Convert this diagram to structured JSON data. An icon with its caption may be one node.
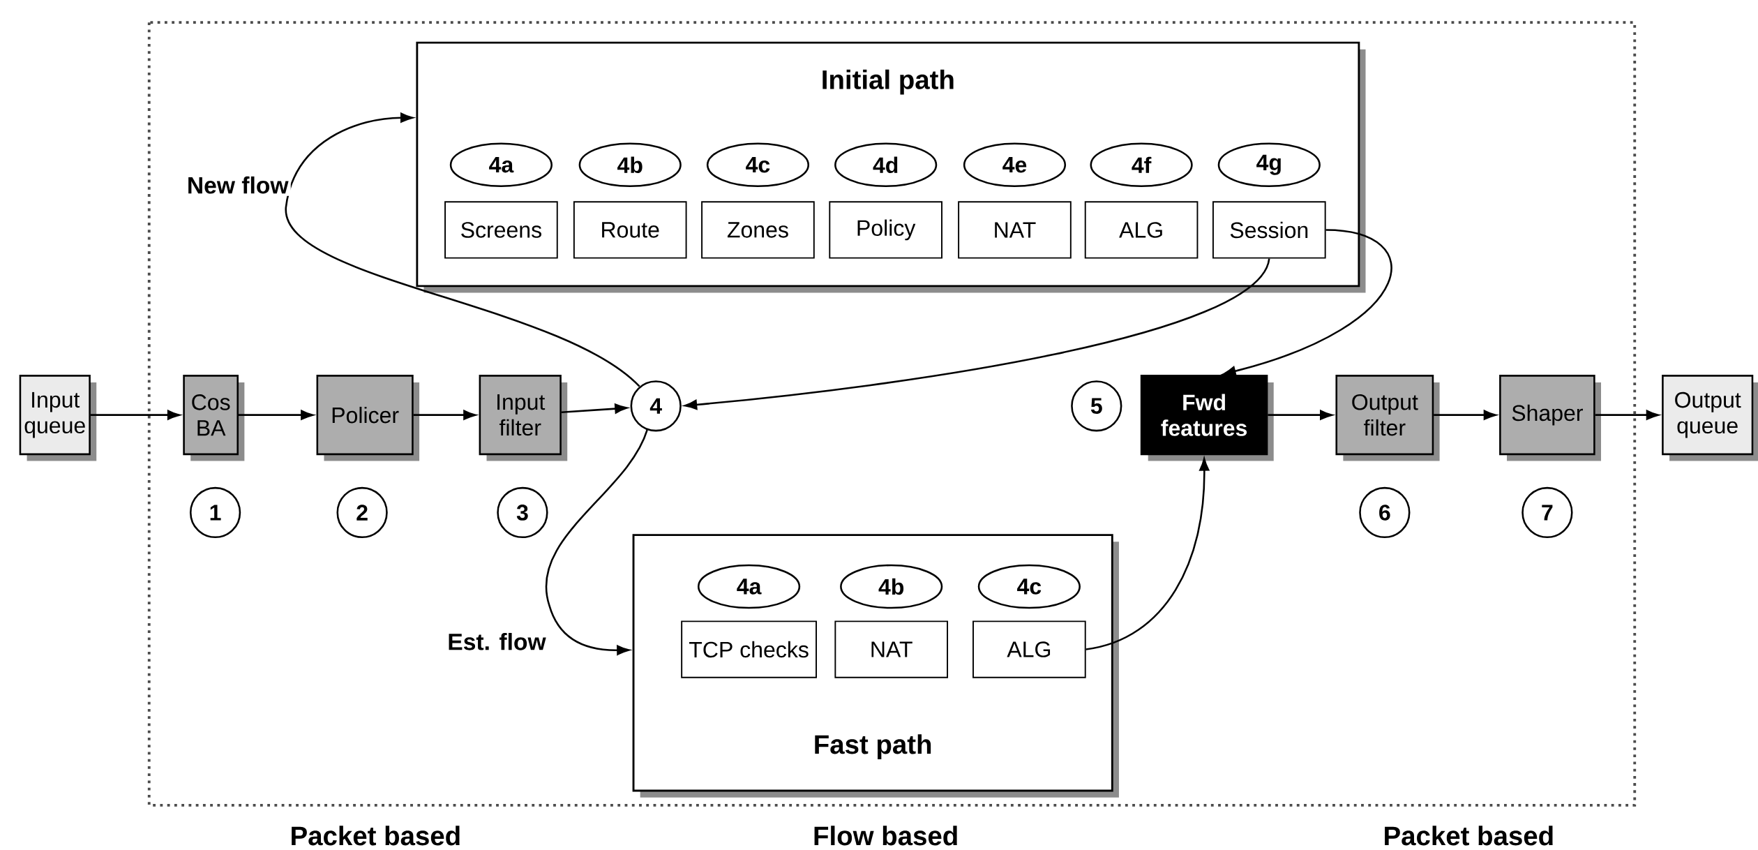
{
  "diagram": {
    "nodes": [
      {
        "text": [
          "Input queue"
        ]
      },
      {
        "text": [
          "Cos BA"
        ]
      },
      {
        "text": [
          "Policer"
        ]
      },
      {
        "text": [
          "Input filter"
        ]
      },
      {
        "text": [
          "4"
        ]
      },
      {
        "text": [
          "5"
        ]
      },
      {
        "text": [
          "Fwd features"
        ]
      },
      {
        "text": [
          "Output filter"
        ]
      },
      {
        "text": [
          "Shaper"
        ]
      },
      {
        "text": [
          "Output queue"
        ]
      },
      {
        "text": [
          "1"
        ]
      },
      {
        "text": [
          "2"
        ]
      },
      {
        "text": [
          "3"
        ]
      },
      {
        "text": [
          "6"
        ]
      },
      {
        "text": [
          "7"
        ]
      },
      {
        "text": [
          "Initial path"
        ]
      },
      {
        "text": [
          "4a"
        ],
        "in": 15
      },
      {
        "text": [
          "4b"
        ],
        "in": 15
      },
      {
        "text": [
          "4c"
        ],
        "in": 15
      },
      {
        "text": [
          "4d"
        ],
        "in": 15
      },
      {
        "text": [
          "4e"
        ],
        "in": 15
      },
      {
        "text": [
          "4f"
        ],
        "in": 15
      },
      {
        "text": [
          "4g"
        ],
        "in": 15
      },
      {
        "text": [
          "Screens"
        ],
        "in": 15
      },
      {
        "text": [
          "Route"
        ],
        "in": 15
      },
      {
        "text": [
          "Zones"
        ],
        "in": 15
      },
      {
        "text": [
          "Policy"
        ],
        "in": 15
      },
      {
        "text": [
          "NAT"
        ],
        "in": 15
      },
      {
        "text": [
          "ALG"
        ],
        "in": 15
      },
      {
        "text": [
          "Session"
        ],
        "in": 15
      },
      {
        "text": [
          "Fast path"
        ]
      },
      {
        "text": [
          "4a"
        ],
        "in": 30
      },
      {
        "text": [
          "4b"
        ],
        "in": 30
      },
      {
        "text": [
          "4c"
        ],
        "in": 30
      },
      {
        "text": [
          "TCP checks"
        ],
        "in": 30
      },
      {
        "text": [
          "NAT"
        ],
        "in": 30
      },
      {
        "text": [
          "ALG"
        ],
        "in": 30
      }
    ],
    "edges": [
      {
        "from": 0,
        "to": 1,
        "arrow": "to"
      },
      {
        "from": 1,
        "to": 2,
        "arrow": "to"
      },
      {
        "from": 2,
        "to": 3,
        "arrow": "to"
      },
      {
        "from": 3,
        "to": 4,
        "arrow": "to"
      },
      {
        "from": 4,
        "to": 15,
        "arrow": "to",
        "label": "New flow"
      },
      {
        "from": 29,
        "to": 4,
        "arrow": "to"
      },
      {
        "from": 29,
        "to": 6,
        "arrow": "to"
      },
      {
        "from": 4,
        "to": 30,
        "arrow": "to",
        "label": "Est. flow"
      },
      {
        "from": 36,
        "to": 6,
        "arrow": "to"
      },
      {
        "from": 6,
        "to": 7,
        "arrow": "to"
      },
      {
        "from": 7,
        "to": 8,
        "arrow": "to"
      },
      {
        "from": 8,
        "to": 9,
        "arrow": "to"
      }
    ],
    "labels": [
      "Packet based",
      "Flow based",
      "Packet based"
    ]
  }
}
